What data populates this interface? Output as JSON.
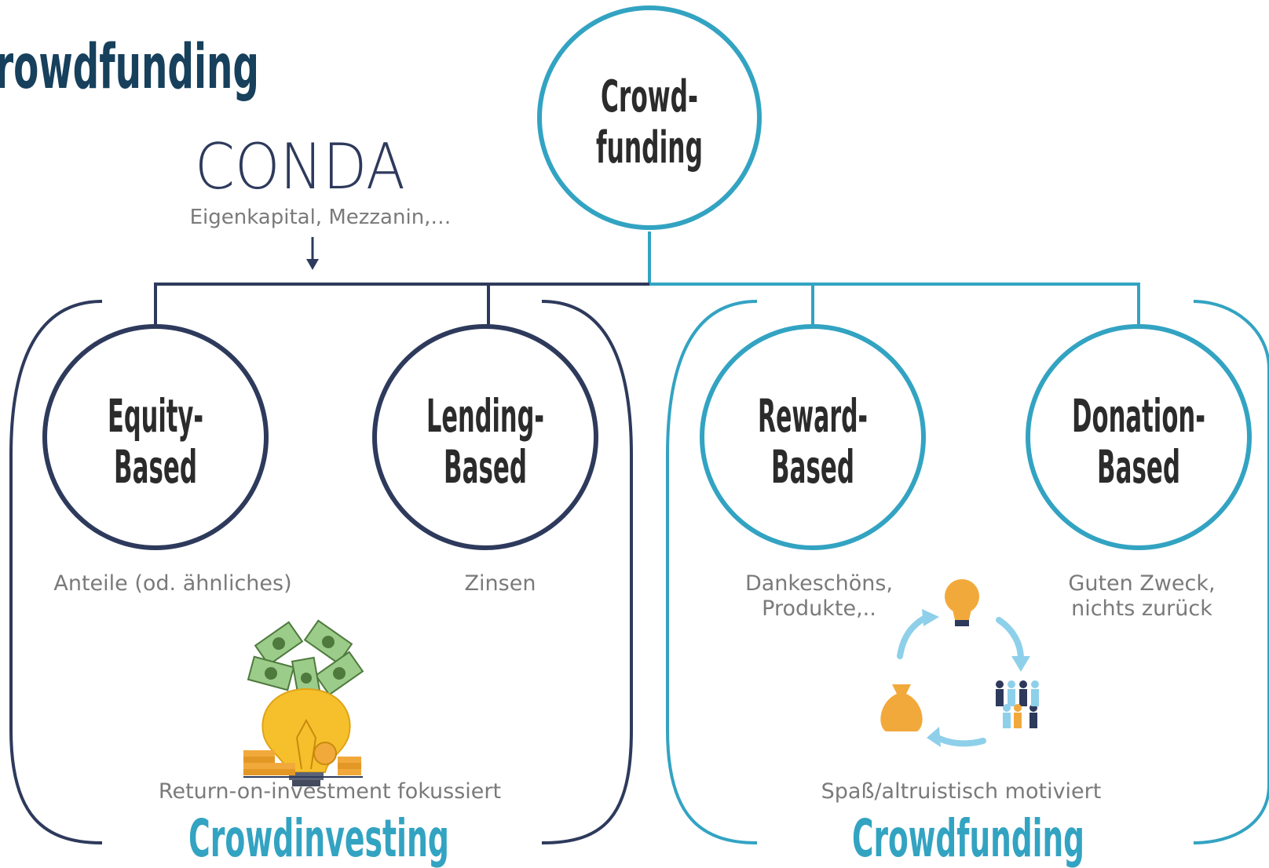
{
  "page_title": "rowdfunding",
  "logo": {
    "text": "CONDA",
    "caption": "Eigenkapital, Mezzanin,…"
  },
  "root_node": {
    "line1": "Crowd-",
    "line2": "funding"
  },
  "nodes": [
    {
      "line1": "Equity-",
      "line2": "Based",
      "description": [
        "Anteile (od. ähnliches)"
      ]
    },
    {
      "line1": "Lending-",
      "line2": "Based",
      "description": [
        "Zinsen"
      ]
    },
    {
      "line1": "Reward-",
      "line2": "Based",
      "description": [
        "Dankeschöns,",
        "Produkte,.."
      ]
    },
    {
      "line1": "Donation-",
      "line2": "Based",
      "description": [
        "Guten Zweck,",
        "nichts zurück"
      ]
    }
  ],
  "groups": [
    {
      "caption": "Return-on-investment fokussiert",
      "label": "Crowdinvesting"
    },
    {
      "caption": "Spaß/altruistisch motiviert",
      "label": "Crowdfunding"
    }
  ],
  "colors": {
    "navy": "#2e3a5c",
    "teal": "#33a3c2",
    "title": "#17405c",
    "node_text": "#2b2b2b",
    "caption": "#7a7a7a"
  },
  "icons": [
    "lightbulb-money-icon",
    "crowdfunding-cycle-icon"
  ]
}
